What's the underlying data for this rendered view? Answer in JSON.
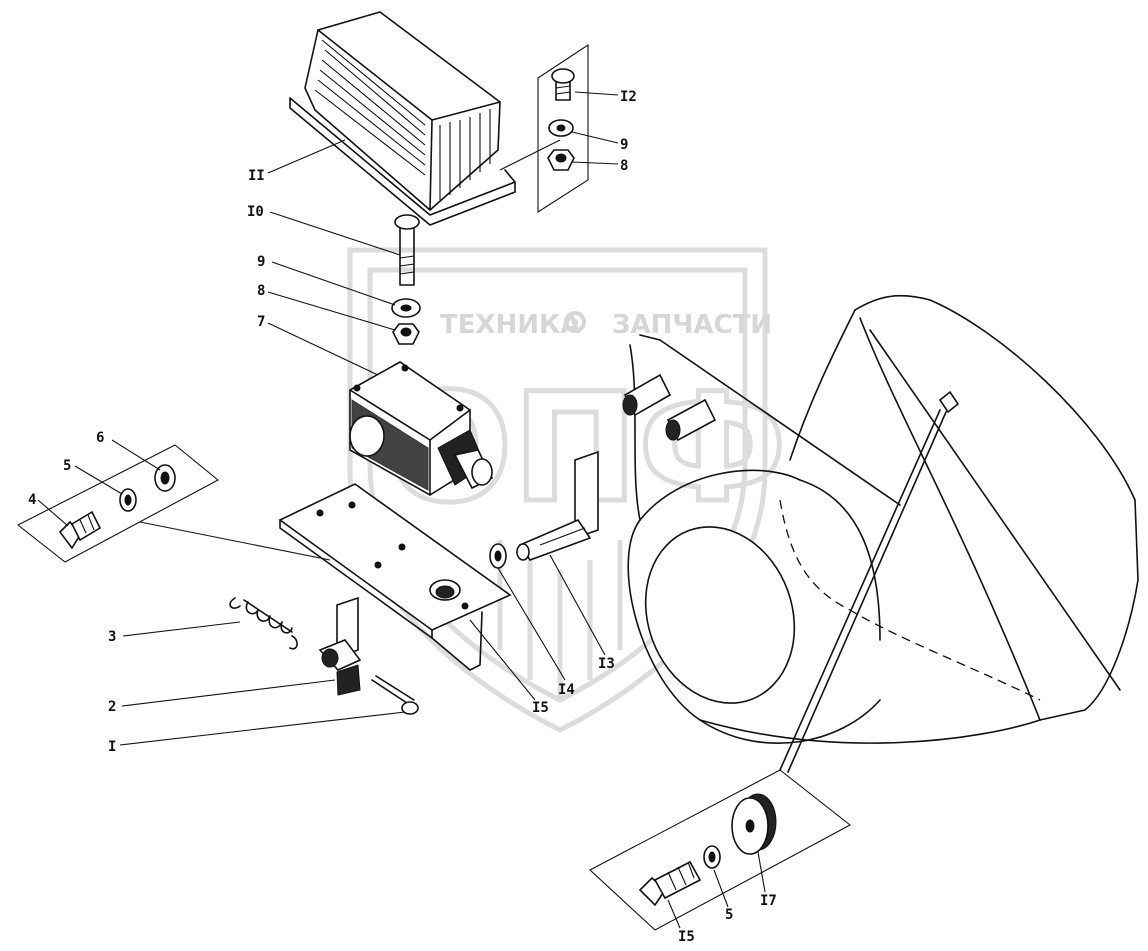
{
  "watermark": {
    "line_left": "ТЕХНИКА",
    "line_right": "ЗАПЧАСТИ",
    "big": "ОПФ"
  },
  "callouts": {
    "c1": "I",
    "c2": "2",
    "c3": "3",
    "c4": "4",
    "c5a": "5",
    "c5b": "5",
    "c6": "6",
    "c7": "7",
    "c8a": "8",
    "c8b": "8",
    "c9a": "9",
    "c9b": "9",
    "c10": "I0",
    "c11": "II",
    "c12": "I2",
    "c13": "I3",
    "c14": "I4",
    "c15a": "I5",
    "c15b": "I5",
    "c17": "I7"
  }
}
